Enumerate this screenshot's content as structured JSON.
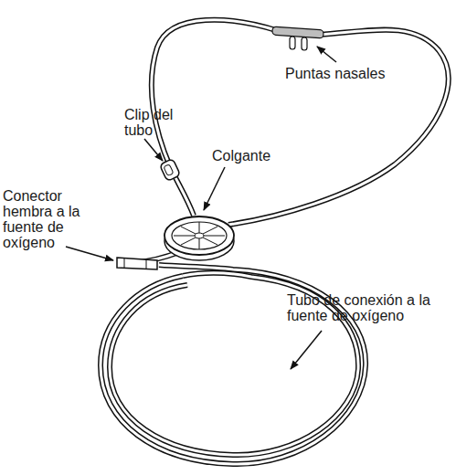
{
  "diagram": {
    "labels": [
      "Puntas nasales",
      "Clip del tubo",
      "Colgante",
      "Conector hembra a la fuente de oxígeno",
      "Tubo de conexión a la fuente de oxígeno"
    ]
  }
}
